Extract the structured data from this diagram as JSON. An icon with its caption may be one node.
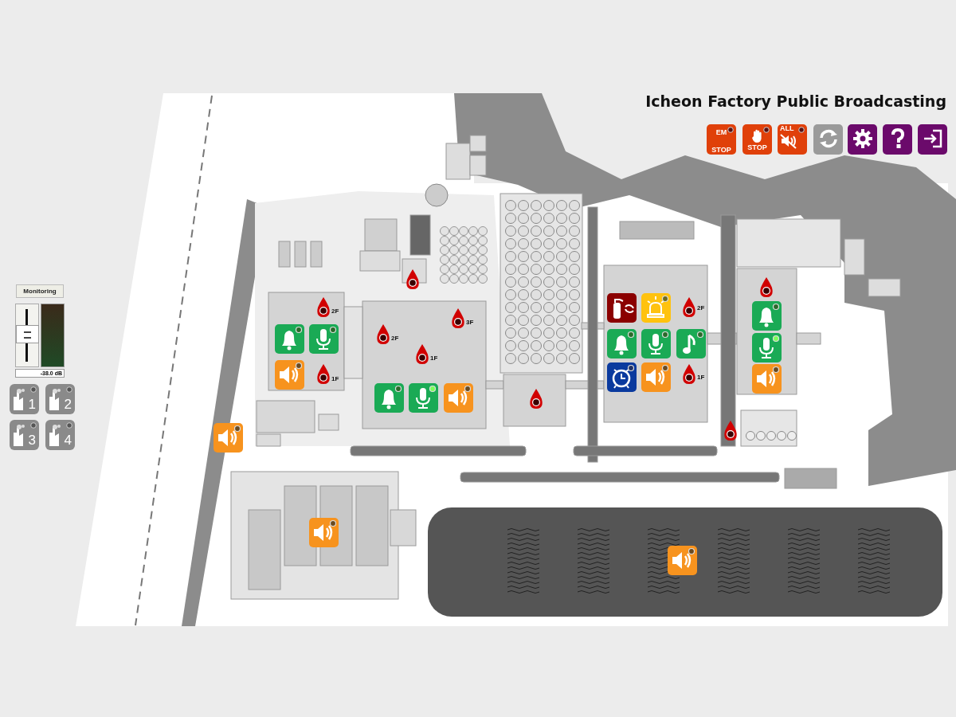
{
  "diagram": {
    "title": "Icheon Factory Public Broadcasting",
    "labels": [
      "EM",
      "STOP",
      "STOP",
      "ALL",
      "Monitoring",
      "-38.0 dB",
      "1",
      "2",
      "3",
      "4",
      "2F",
      "2F",
      "3F",
      "2F",
      "1F",
      "1F",
      "1F"
    ]
  }
}
